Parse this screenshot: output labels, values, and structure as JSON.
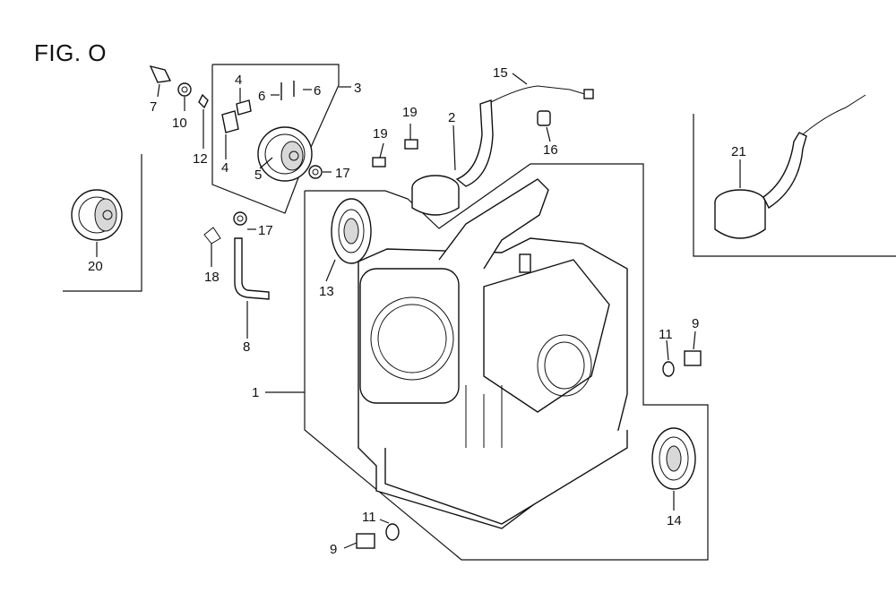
{
  "figure": {
    "title": "FIG. O"
  },
  "callouts": [
    {
      "id": "c1",
      "label": "1"
    },
    {
      "id": "c2",
      "label": "2"
    },
    {
      "id": "c3",
      "label": "3"
    },
    {
      "id": "c4a",
      "label": "4"
    },
    {
      "id": "c4b",
      "label": "4"
    },
    {
      "id": "c5",
      "label": "5"
    },
    {
      "id": "c6a",
      "label": "6"
    },
    {
      "id": "c6b",
      "label": "6"
    },
    {
      "id": "c7",
      "label": "7"
    },
    {
      "id": "c8",
      "label": "8"
    },
    {
      "id": "c9a",
      "label": "9"
    },
    {
      "id": "c9b",
      "label": "9"
    },
    {
      "id": "c10",
      "label": "10"
    },
    {
      "id": "c11a",
      "label": "11"
    },
    {
      "id": "c11b",
      "label": "11"
    },
    {
      "id": "c12",
      "label": "12"
    },
    {
      "id": "c13",
      "label": "13"
    },
    {
      "id": "c14",
      "label": "14"
    },
    {
      "id": "c15",
      "label": "15"
    },
    {
      "id": "c16",
      "label": "16"
    },
    {
      "id": "c17a",
      "label": "17"
    },
    {
      "id": "c17b",
      "label": "17"
    },
    {
      "id": "c18",
      "label": "18"
    },
    {
      "id": "c19a",
      "label": "19"
    },
    {
      "id": "c19b",
      "label": "19"
    },
    {
      "id": "c20",
      "label": "20"
    },
    {
      "id": "c21",
      "label": "21"
    }
  ]
}
